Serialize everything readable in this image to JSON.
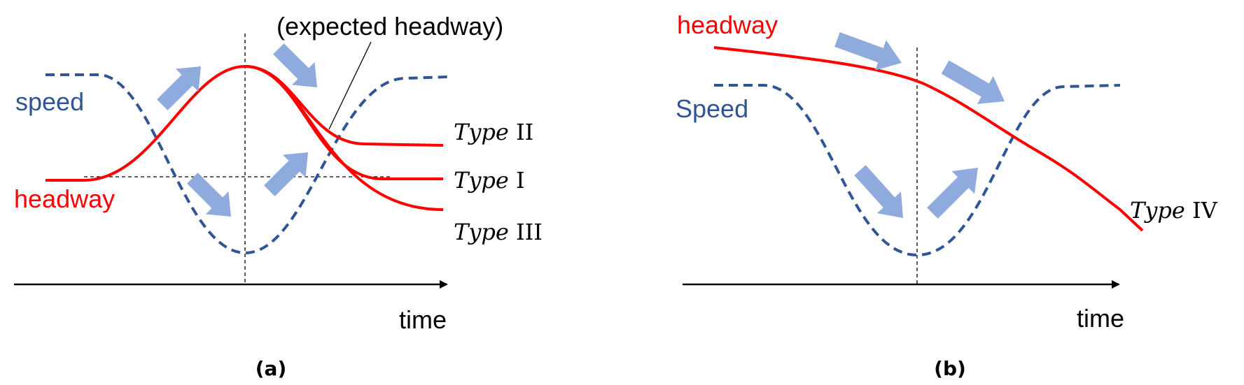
{
  "colors": {
    "speed": "#2f5597",
    "headway": "#ff0000",
    "arrow": "#8faadc",
    "axis": "#000000"
  },
  "panel_a": {
    "caption": "(a)",
    "speed_label": "speed",
    "headway_label": "headway",
    "expected_label": "(expected headway)",
    "time_label": "time",
    "types": [
      {
        "word": "Type",
        "roman": "II"
      },
      {
        "word": "Type",
        "roman": "I"
      },
      {
        "word": "Type",
        "roman": "III"
      }
    ]
  },
  "panel_b": {
    "caption": "(b)",
    "speed_label": "Speed",
    "headway_label": "headway",
    "time_label": "time",
    "type": {
      "word": "Type",
      "roman": "IV"
    }
  }
}
